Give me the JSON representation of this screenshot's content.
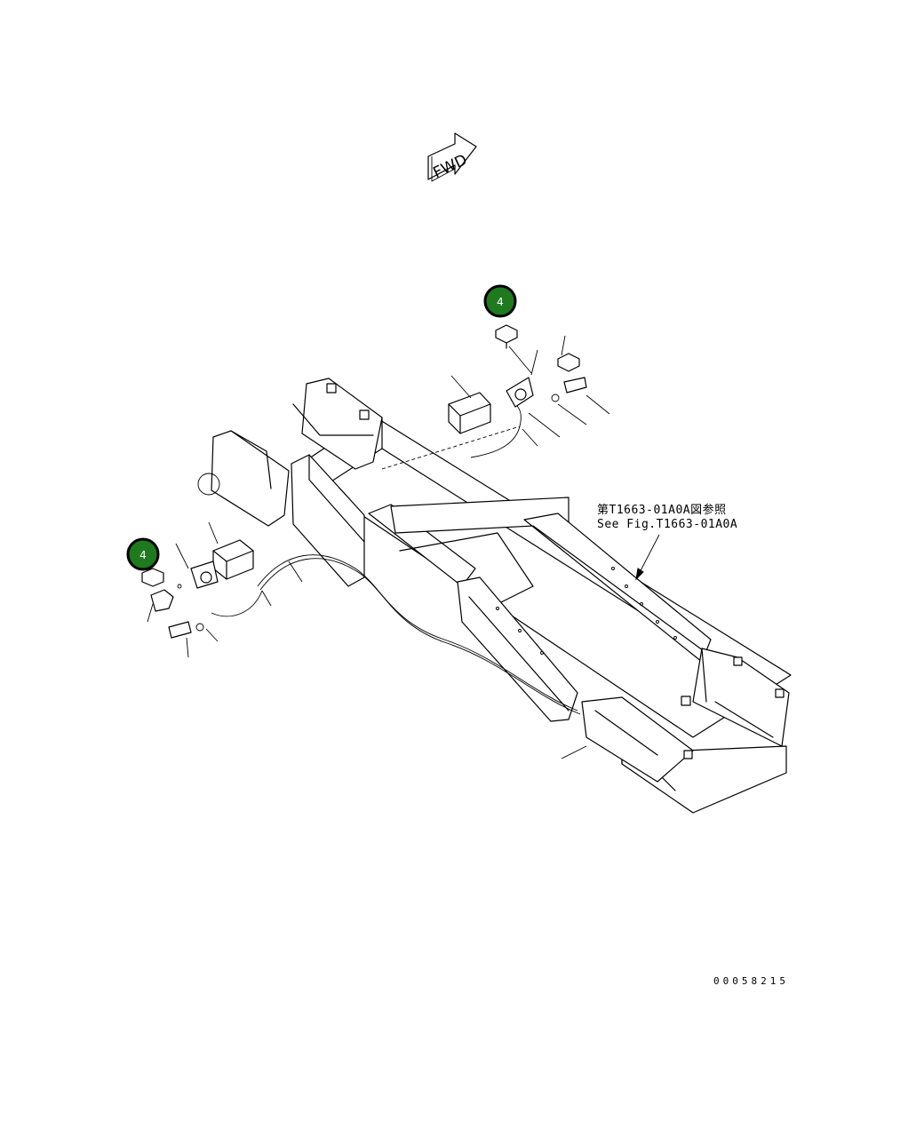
{
  "fwd_arrow": {
    "label": "FWD",
    "icon": "forward-arrow-icon"
  },
  "callouts": [
    {
      "id": "callout-upper",
      "label": "4",
      "color": "#1f7a1f"
    },
    {
      "id": "callout-lower",
      "label": "4",
      "color": "#1f7a1f"
    }
  ],
  "reference_note": {
    "line1": "第T1663-01A0A図参照",
    "line2": "See Fig.T1663-01A0A"
  },
  "drawing_code": "00058215"
}
